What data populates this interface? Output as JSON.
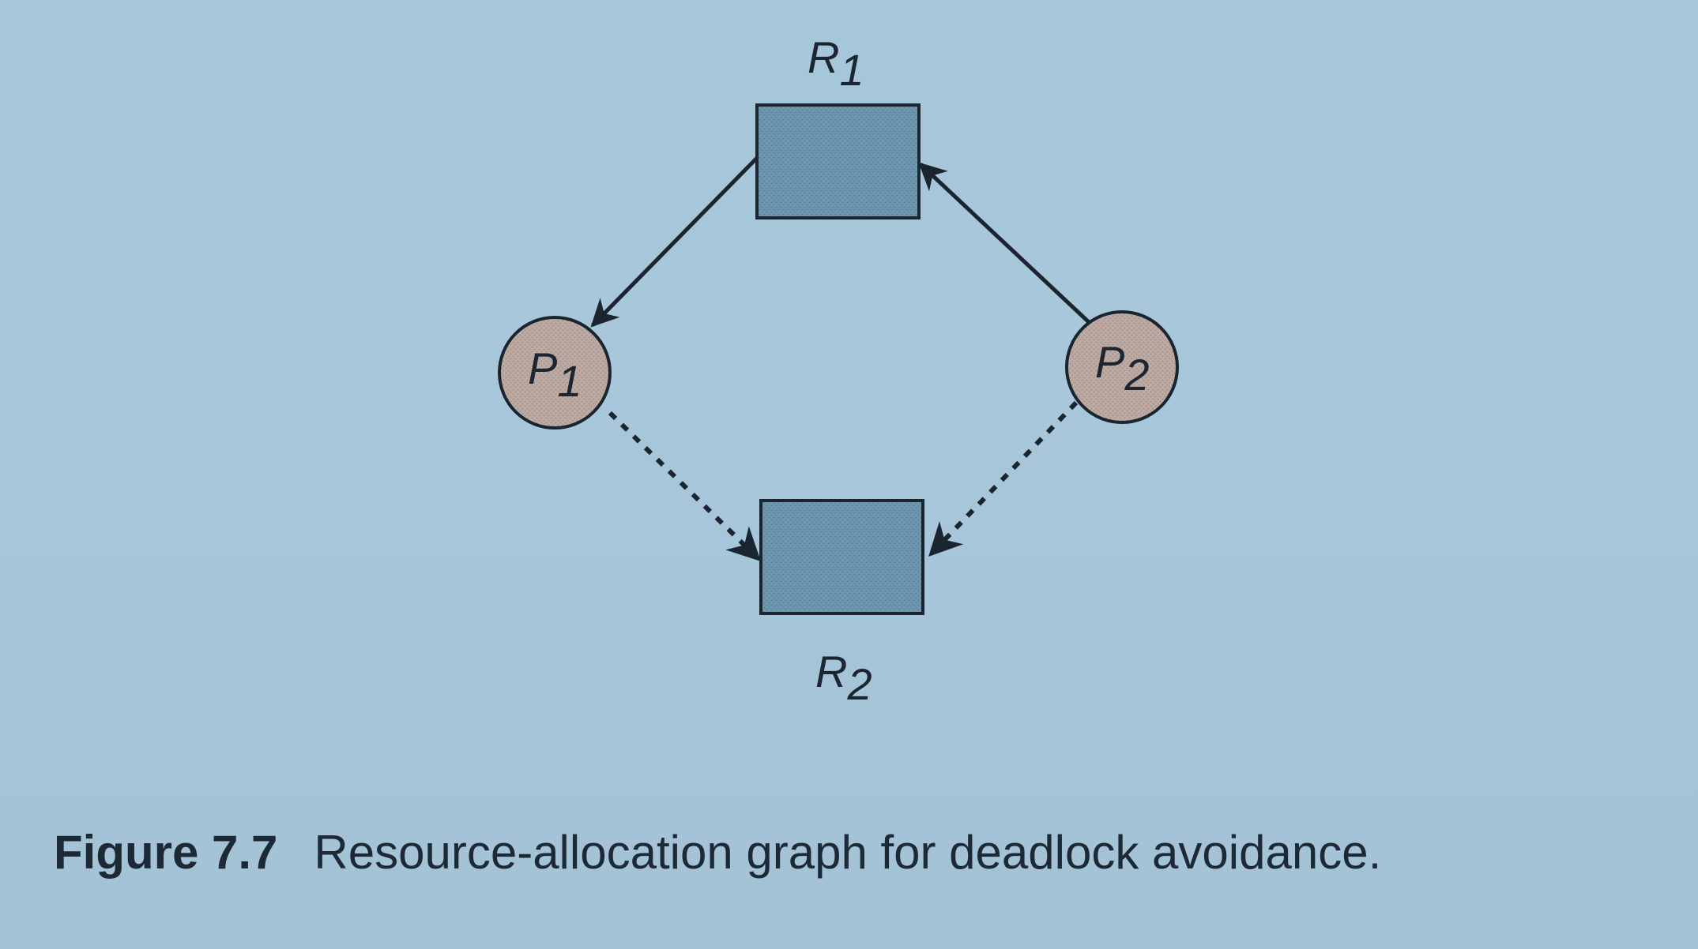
{
  "nodes": {
    "r1": {
      "letter": "R",
      "subscript": "1"
    },
    "r2": {
      "letter": "R",
      "subscript": "2"
    },
    "p1": {
      "letter": "P",
      "subscript": "1"
    },
    "p2": {
      "letter": "P",
      "subscript": "2"
    }
  },
  "edges": [
    {
      "from": "R1",
      "to": "P1",
      "style": "solid"
    },
    {
      "from": "P2",
      "to": "R1",
      "style": "solid"
    },
    {
      "from": "P1",
      "to": "R2",
      "style": "dashed"
    },
    {
      "from": "P2",
      "to": "R2",
      "style": "dashed"
    }
  ],
  "caption": {
    "number": "Figure 7.7",
    "text": "Resource-allocation graph for deadlock avoidance."
  },
  "colors": {
    "resource_fill": "#6d93ad",
    "process_fill": "#b8a9a2",
    "stroke": "#1a2530",
    "background": "#a8c7db"
  }
}
